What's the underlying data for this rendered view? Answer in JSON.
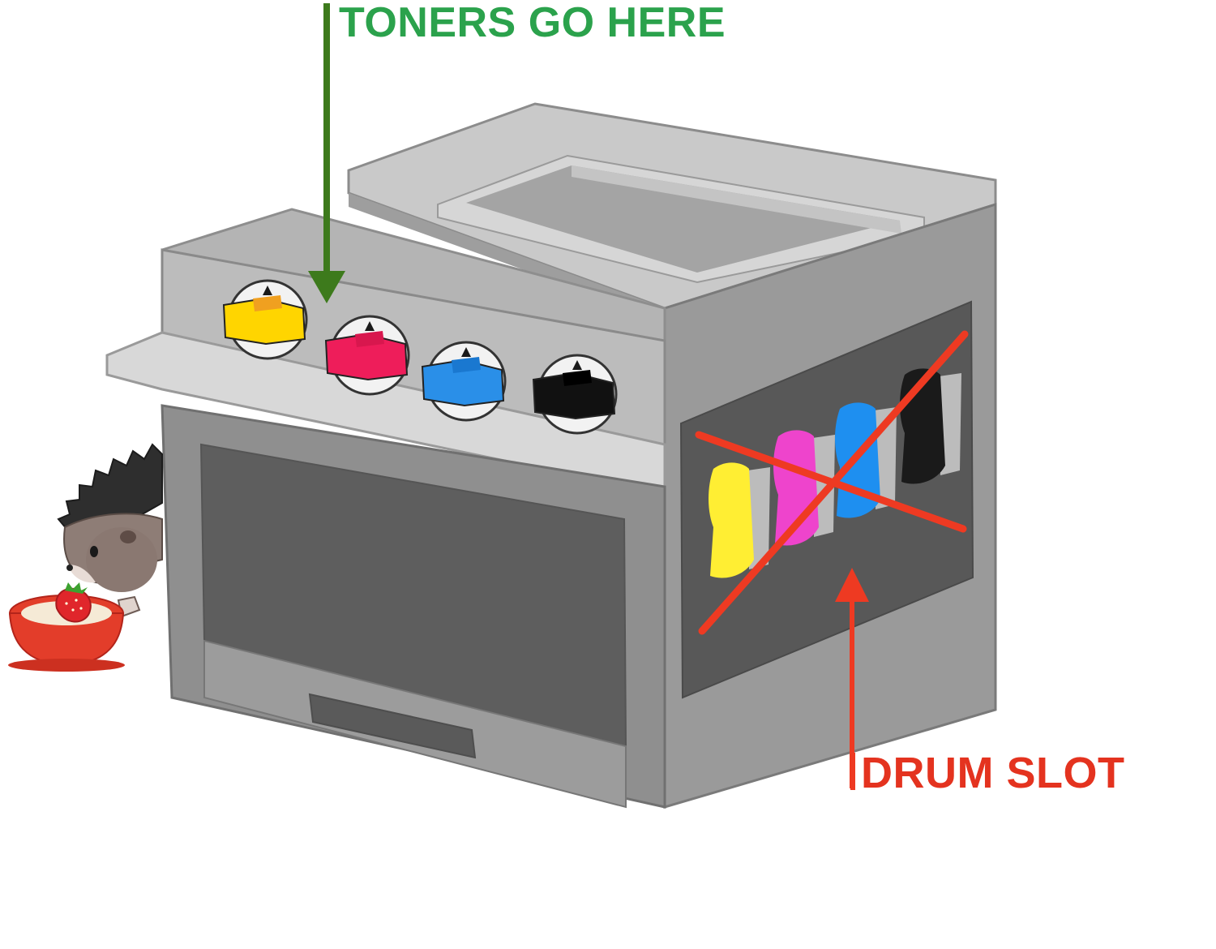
{
  "labels": {
    "toners": "TONERS GO HERE",
    "drum": "DRUM SLOT"
  },
  "colors": {
    "toners_label": "#2ba24c",
    "toners_arrow": "#3d7a1c",
    "drum_label": "#e4331f",
    "drum_arrow": "#ee3a22",
    "cross_out": "#ee3a22",
    "toner_yellow": "#ffd500",
    "toner_magenta": "#ee1d5a",
    "toner_cyan": "#2a8fe8",
    "toner_black": "#111111",
    "printer_body": "#b8b8b8",
    "printer_dark": "#5a5a5a"
  },
  "toners": [
    {
      "name": "yellow",
      "color": "#ffd500",
      "cap": "#f0a020"
    },
    {
      "name": "magenta",
      "color": "#ee1d5a",
      "cap": "#d8174e"
    },
    {
      "name": "cyan",
      "color": "#2a8fe8",
      "cap": "#1a78d0"
    },
    {
      "name": "black",
      "color": "#111111",
      "cap": "#000000"
    }
  ],
  "drums": [
    {
      "name": "yellow-drum",
      "color": "#ffee33"
    },
    {
      "name": "magenta-drum",
      "color": "#ee44cc"
    },
    {
      "name": "cyan-drum",
      "color": "#1e8ff0"
    },
    {
      "name": "black-drum",
      "color": "#1a1a1a"
    }
  ],
  "icons": [
    "printer-illustration",
    "hedgehog-icon",
    "food-bowl-icon",
    "strawberry-icon",
    "down-arrow-icon",
    "up-arrow-icon",
    "cross-out-icon"
  ]
}
